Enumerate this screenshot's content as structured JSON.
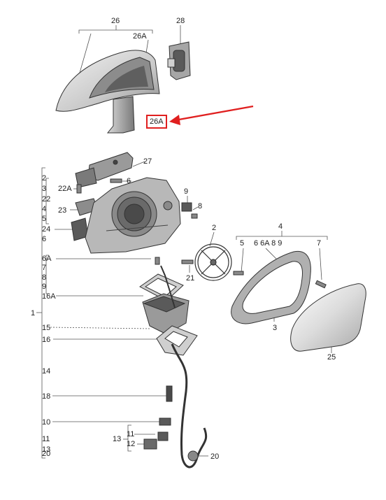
{
  "diagram": {
    "highlight_color": "#e01f1f",
    "labels": {
      "p26": "26",
      "p26A_top": "26A",
      "p28": "28",
      "p26A_callout": "26A",
      "p27": "27",
      "p6_top": "6",
      "p9_right": "9",
      "p8_right": "8",
      "p2_right": "2",
      "p21": "21",
      "p4": "4",
      "p5_right": "5",
      "p6_6A_8_9": "6 6A 8 9",
      "p7_right": "7",
      "p3_right": "3",
      "p25": "25",
      "p20_right": "20",
      "p11_right": "11",
      "p12_right": "12",
      "p13": "13",
      "left_2": "2",
      "left_3": "3",
      "left_22A": "22A",
      "left_22": "22",
      "left_4": "4",
      "left_23": "23",
      "left_5": "5",
      "left_24": "24",
      "left_6": "6",
      "left_6A": "6A",
      "left_7": "7",
      "left_8": "8",
      "left_9": "9",
      "left_16A": "16A",
      "left_1": "1",
      "left_15": "15",
      "left_16": "16",
      "left_14": "14",
      "left_18": "18",
      "left_10": "10",
      "left_11": "11",
      "left_13": "13",
      "left_20": "20"
    }
  }
}
